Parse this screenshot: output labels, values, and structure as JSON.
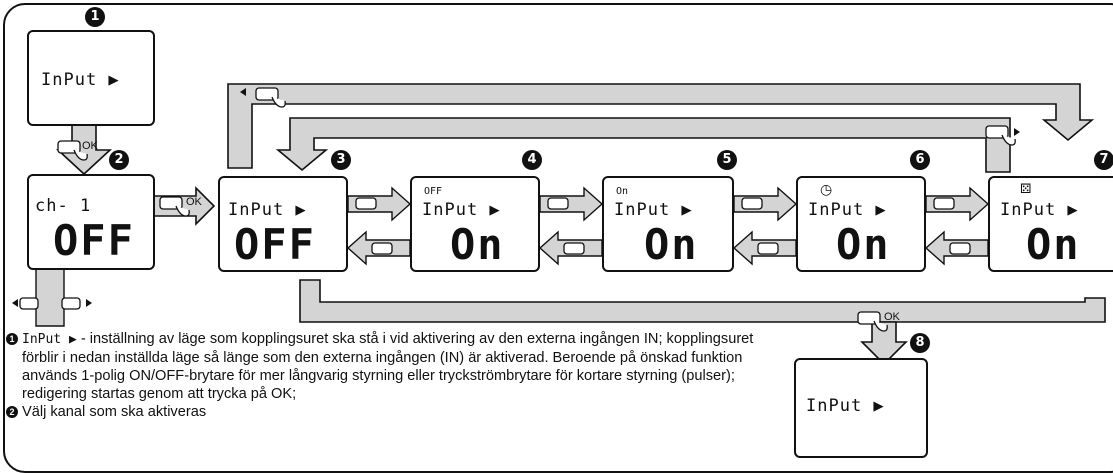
{
  "screens": {
    "s1": {
      "top": "InPut ▶"
    },
    "s2": {
      "top": "ch- 1",
      "big": "OFF"
    },
    "s3": {
      "top": "InPut ▶",
      "big": "OFF"
    },
    "s4": {
      "tag": "OFF",
      "top": "InPut ▶",
      "big": "On"
    },
    "s5": {
      "tag": "On",
      "top": "InPut ▶",
      "big": "On"
    },
    "s6": {
      "top": "InPut ▶",
      "big": "On"
    },
    "s7": {
      "top": "InPut ▶",
      "big": "On"
    },
    "s8": {
      "top": "InPut ▶"
    }
  },
  "steps": [
    "1",
    "2",
    "3",
    "4",
    "5",
    "6",
    "7",
    "8"
  ],
  "ok_label": "OK",
  "notes": [
    {
      "num": "1",
      "code": "InPut ▶",
      "text": " - inställning av läge som kopplingsuret ska stå i vid aktivering av den externa ingången IN; kopplingsuret förblir i nedan inställda läge så länge som den externa ingången (IN) är aktiverad. Beroende på önskad funktion används 1-polig ON/OFF-brytare för mer långvarig styrning eller tryckströmbrytare för kortare styrning (pulser); redigering startas genom att trycka på OK;"
    },
    {
      "num": "2",
      "code": "",
      "text": "Välj kanal som ska aktiveras"
    }
  ],
  "colors": {
    "arrow_fill": "#d4d4d4",
    "arrow_stroke": "#111111",
    "lcd": "#111111"
  }
}
